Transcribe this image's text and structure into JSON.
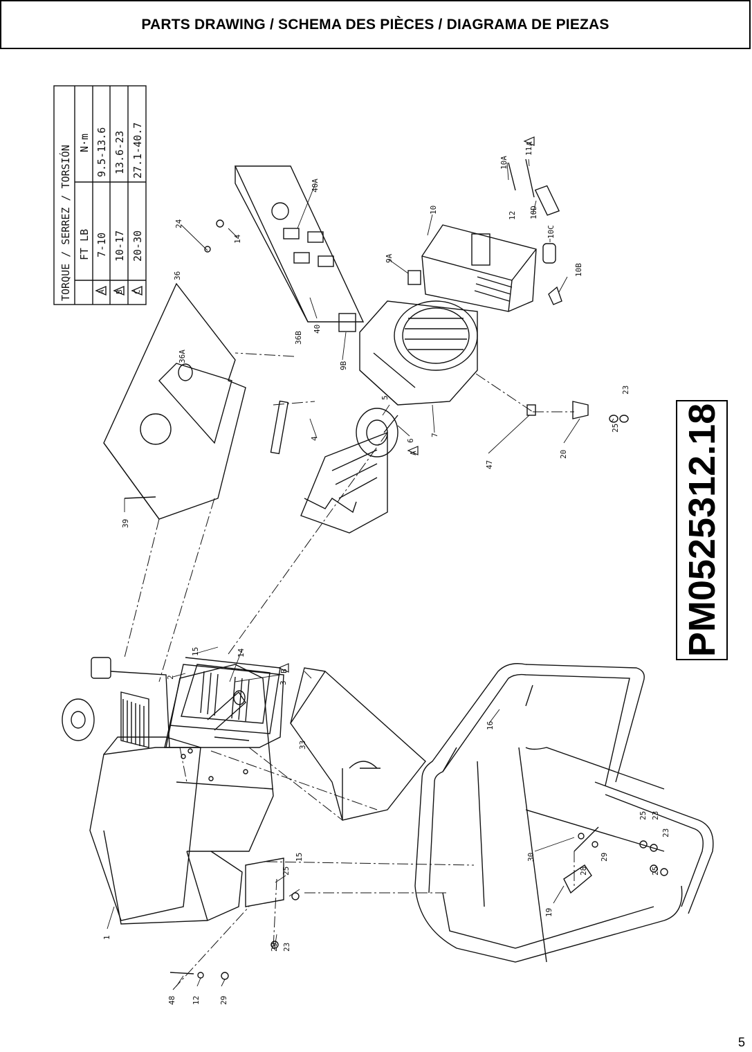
{
  "header": {
    "title": "PARTS DRAWING / SCHEMA DES PIÈCES / DIAGRAMA DE PIEZAS"
  },
  "torque_table": {
    "title": "TORQUE / SERREZ / TORSIÓN",
    "col_ftlb": "FT LB",
    "col_nm": "N·m",
    "rows": [
      {
        "symbol": "A",
        "ftlb": "7-10",
        "nm": "9.5-13.6"
      },
      {
        "symbol": "B",
        "ftlb": "10-17",
        "nm": "13.6-23"
      },
      {
        "symbol": "C",
        "ftlb": "20-30",
        "nm": "27.1-40.7"
      }
    ]
  },
  "part_labels": {
    "p1": "1",
    "p2": "2",
    "p3": "3",
    "p4": "4",
    "p5": "5",
    "p6": "6",
    "p7": "7",
    "p9a": "9A",
    "p9b": "9B",
    "p10": "10",
    "p10a": "10A",
    "p10b": "10B",
    "p10c": "10C",
    "p10d": "10D",
    "p11": "11",
    "p12a": "12",
    "p12b": "12",
    "p14a": "14",
    "p14b": "14",
    "p15a": "15",
    "p15b": "15",
    "p16": "16",
    "p19": "19",
    "p20": "20",
    "p23a": "23",
    "p23b": "23",
    "p23c": "23",
    "p23d": "23",
    "p24": "24",
    "p25a": "25",
    "p25b": "25",
    "p25c": "25",
    "p25d": "25",
    "p28": "28",
    "p29a": "29",
    "p29b": "29",
    "p29c": "29",
    "p30": "30",
    "p33": "33",
    "p36": "36",
    "p36a": "36A",
    "p36b": "36B",
    "p39": "39",
    "p40": "40",
    "p40a": "40A",
    "p47": "47",
    "p48": "48",
    "sym_a1": "A",
    "sym_a2": "A",
    "sym_b": "B",
    "sym_c": "C"
  },
  "model_number": "PM0525312.18",
  "page_number": "5"
}
